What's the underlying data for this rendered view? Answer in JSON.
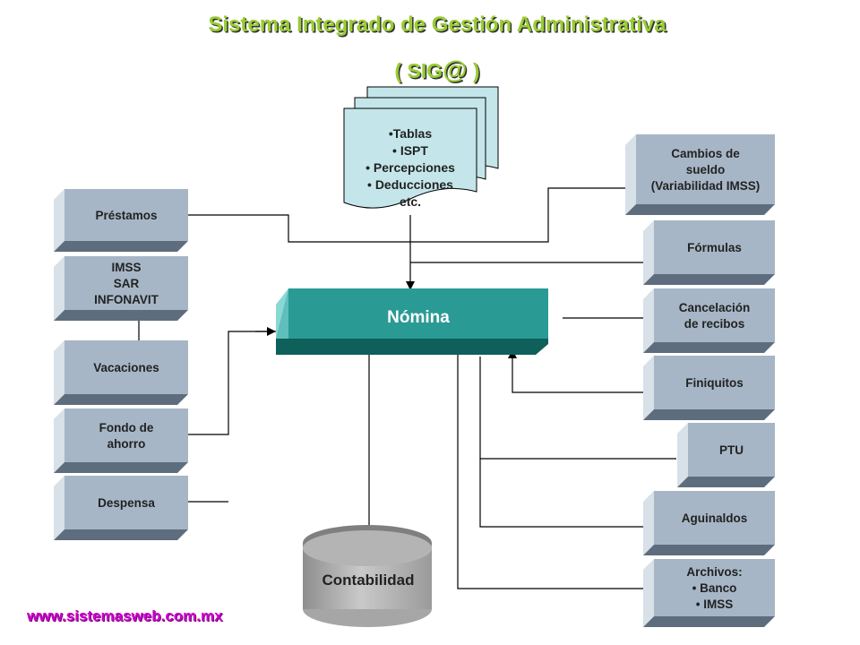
{
  "title": {
    "line1": "Sistema Integrado de Gestión Administrativa",
    "line2_prefix": "( SIG",
    "line2_at": "@",
    "line2_suffix": " )"
  },
  "documents": {
    "items": [
      "•Tablas",
      "• ISPT",
      "• Percepciones",
      "• Deducciones",
      "etc."
    ]
  },
  "left_boxes": [
    {
      "label": "Préstamos"
    },
    {
      "label": "IMSS\nSAR\nINFONAVIT"
    },
    {
      "label": "Vacaciones"
    },
    {
      "label": "Fondo de\nahorro"
    },
    {
      "label": "Despensa"
    }
  ],
  "right_boxes": [
    {
      "label": "Cambios  de\nsueldo\n(Variabilidad IMSS)"
    },
    {
      "label": "Fórmulas"
    },
    {
      "label": "Cancelación\nde recibos"
    },
    {
      "label": "Finiquitos"
    },
    {
      "label": "PTU"
    },
    {
      "label": "Aguinaldos"
    },
    {
      "label": "Archivos:\n• Banco\n• IMSS"
    }
  ],
  "center": {
    "nomina": "Nómina",
    "contabilidad": "Contabilidad"
  },
  "footer": {
    "url": "www.sistemasweb.com.mx"
  },
  "colors": {
    "title": "#99cc33",
    "box_face": "#a6b6c6",
    "box_side": "#d8e0e8",
    "box_bottom": "#5d6d7d",
    "nomina_face": "#2a9a94",
    "nomina_side": "#8ad8d4",
    "nomina_bottom": "#0f5f5a",
    "document": "#c4e6ea",
    "url": "#cc00cc"
  }
}
